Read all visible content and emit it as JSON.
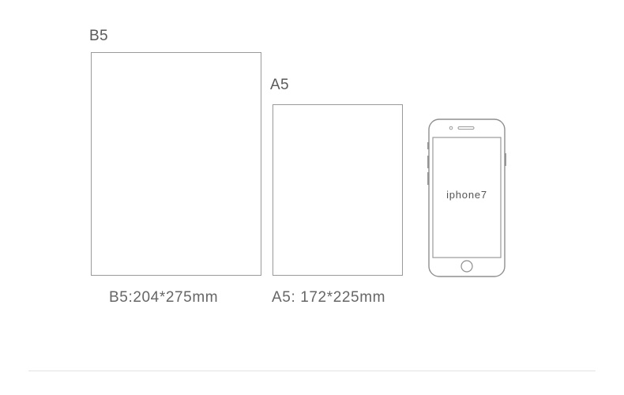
{
  "b5": {
    "label": "B5",
    "caption": "B5:204*275mm"
  },
  "a5": {
    "label": "A5",
    "caption": "A5: 172*225mm"
  },
  "phone": {
    "label": "iphone7"
  },
  "colors": {
    "outline": "#9a9a9a",
    "text": "#5a5a5a",
    "divider": "#e3e3e3"
  }
}
